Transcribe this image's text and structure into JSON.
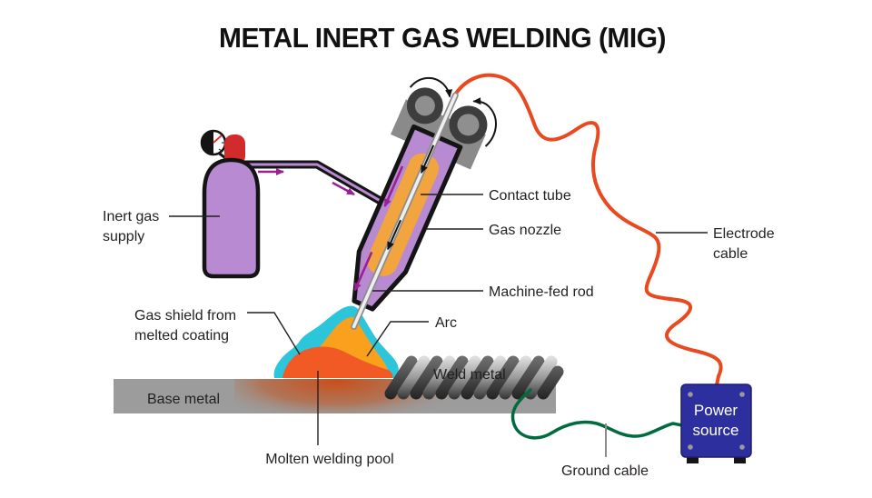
{
  "title": "METAL INERT GAS WELDING (MIG)",
  "labels": {
    "inert_gas_supply": {
      "line1": "Inert gas",
      "line2": "supply"
    },
    "contact_tube": "Contact tube",
    "gas_nozzle": "Gas nozzle",
    "machine_fed_rod": "Machine-fed rod",
    "arc": "Arc",
    "gas_shield": {
      "line1": "Gas shield from",
      "line2": "melted coating"
    },
    "base_metal": "Base metal",
    "weld_metal": "Weld metal",
    "molten_welding_pool": "Molten welding pool",
    "electrode_cable": {
      "line1": "Electrode",
      "line2": "cable"
    },
    "ground_cable": "Ground cable",
    "power_source": {
      "line1": "Power",
      "line2": "source"
    }
  },
  "colors": {
    "cylinder_purple": "#b78ad2",
    "torch_purple": "#b78ad2",
    "valve_red": "#d22b2b",
    "contact_tube_orange": "#f2a43e",
    "arc_amber": "#f9a11c",
    "molten_pool": "#f15a24",
    "gas_shield_cyan": "#2cc5da",
    "base_metal_gray": "#9c9c9c",
    "electrode_cable_orange": "#e8491f",
    "ground_cable_green": "#006b3f",
    "power_source_blue": "#2e2f9e",
    "flow_arrow_purple": "#9c1f96"
  }
}
